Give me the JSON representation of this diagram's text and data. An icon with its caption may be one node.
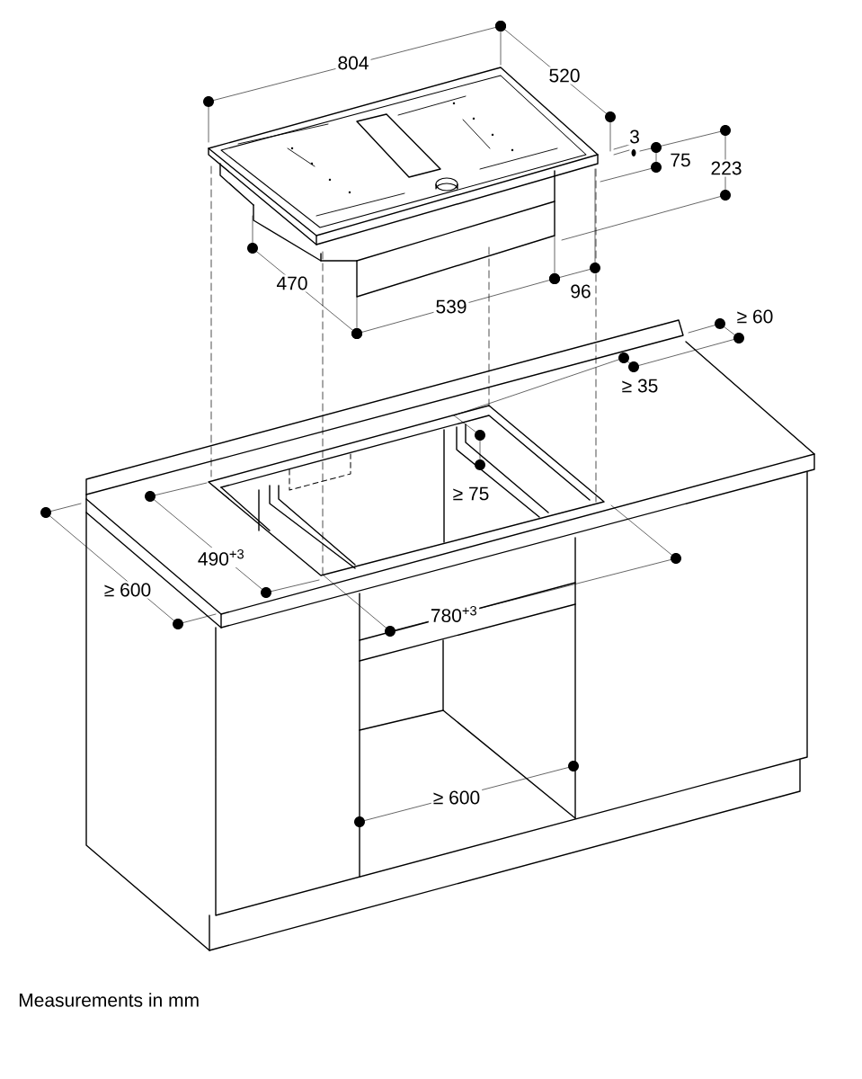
{
  "diagram": {
    "caption": "Measurements in mm",
    "labels": [
      "804",
      "520",
      "3",
      "75",
      "223",
      "470",
      "539",
      "96",
      "≥ 60",
      "≥ 35",
      "≥ 75",
      "490$^{+3}$",
      "≥ 600",
      "780$^{+3}$",
      "≥ 600"
    ]
  }
}
